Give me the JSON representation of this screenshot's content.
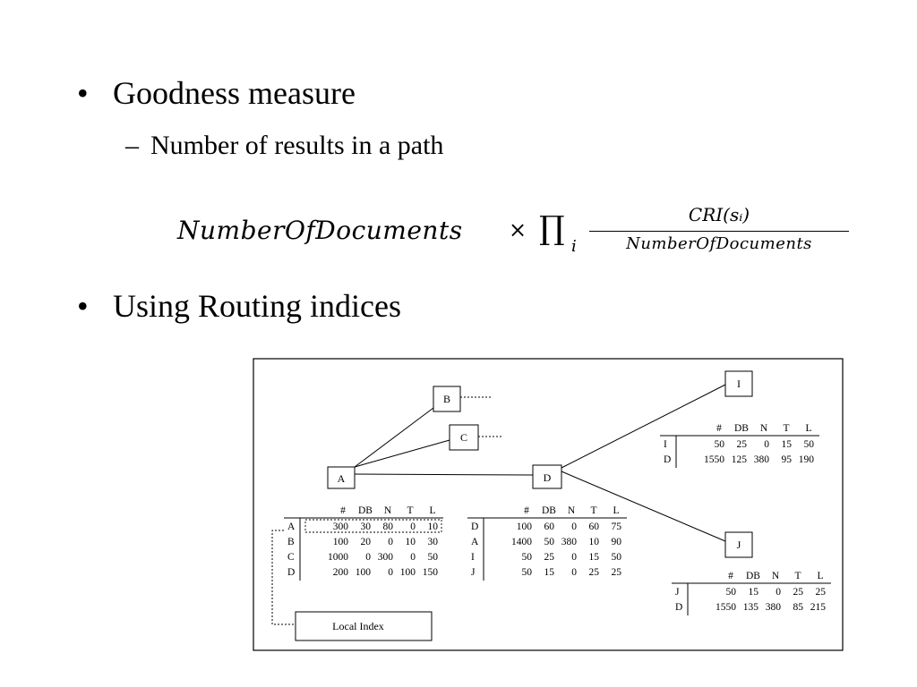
{
  "slide": {
    "bullet1": "Goodness measure",
    "sub1": "Number of results in a path",
    "bullet2": "Using Routing indices",
    "bullet_glyph": "•",
    "dash_glyph": "–"
  },
  "formula": {
    "main": "NumberOfDocuments",
    "times": "×",
    "prod": "∏",
    "prod_sub": "i",
    "numerator": "CRI(sᵢ)",
    "denominator": "NumberOfDocuments"
  },
  "diagram": {
    "nodes": {
      "A": "A",
      "B": "B",
      "C": "C",
      "D": "D",
      "I": "I",
      "J": "J"
    },
    "local_index_label": "Local Index",
    "headers": [
      "#",
      "DB",
      "N",
      "T",
      "L"
    ],
    "tables": {
      "A": {
        "rows": [
          {
            "label": "A",
            "values": [
              "300",
              "30",
              "80",
              "0",
              "10"
            ]
          },
          {
            "label": "B",
            "values": [
              "100",
              "20",
              "0",
              "10",
              "30"
            ]
          },
          {
            "label": "C",
            "values": [
              "1000",
              "0",
              "300",
              "0",
              "50"
            ]
          },
          {
            "label": "D",
            "values": [
              "200",
              "100",
              "0",
              "100",
              "150"
            ]
          }
        ]
      },
      "D": {
        "rows": [
          {
            "label": "D",
            "values": [
              "100",
              "60",
              "0",
              "60",
              "75"
            ]
          },
          {
            "label": "A",
            "values": [
              "1400",
              "50",
              "380",
              "10",
              "90"
            ]
          },
          {
            "label": "I",
            "values": [
              "50",
              "25",
              "0",
              "15",
              "50"
            ]
          },
          {
            "label": "J",
            "values": [
              "50",
              "15",
              "0",
              "25",
              "25"
            ]
          }
        ]
      },
      "I": {
        "rows": [
          {
            "label": "I",
            "values": [
              "50",
              "25",
              "0",
              "15",
              "50"
            ]
          },
          {
            "label": "D",
            "values": [
              "1550",
              "125",
              "380",
              "95",
              "190"
            ]
          }
        ]
      },
      "J": {
        "rows": [
          {
            "label": "J",
            "values": [
              "50",
              "15",
              "0",
              "25",
              "25"
            ]
          },
          {
            "label": "D",
            "values": [
              "1550",
              "135",
              "380",
              "85",
              "215"
            ]
          }
        ]
      }
    }
  }
}
